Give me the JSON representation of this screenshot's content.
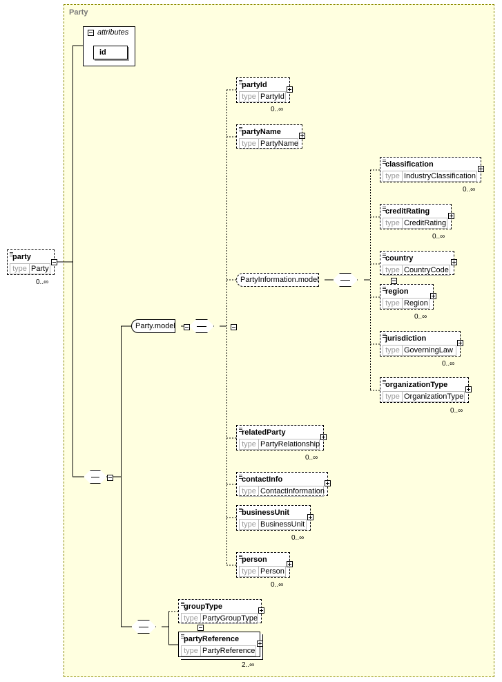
{
  "diagram": {
    "region_title": "Party",
    "attributes_label": "attributes",
    "attribute_id": "id",
    "type_key": "type",
    "root": {
      "name": "party",
      "type": "Party",
      "occurs": "0..∞"
    },
    "party_model": "Party.model",
    "party_information_model": "PartyInformation.model",
    "elements": {
      "partyId": {
        "name": "partyId",
        "type": "PartyId",
        "occurs": "0..∞"
      },
      "partyName": {
        "name": "partyName",
        "type": "PartyName",
        "occurs": ""
      },
      "classification": {
        "name": "classification",
        "type": "IndustryClassification",
        "occurs": "0..∞"
      },
      "creditRating": {
        "name": "creditRating",
        "type": "CreditRating",
        "occurs": "0..∞"
      },
      "country": {
        "name": "country",
        "type": "CountryCode",
        "occurs": ""
      },
      "region": {
        "name": "region",
        "type": "Region",
        "occurs": "0..∞"
      },
      "jurisdiction": {
        "name": "jurisdiction",
        "type": "GoverningLaw",
        "occurs": "0..∞"
      },
      "organizationType": {
        "name": "organizationType",
        "type": "OrganizationType",
        "occurs": "0..∞"
      },
      "relatedParty": {
        "name": "relatedParty",
        "type": "PartyRelationship",
        "occurs": "0..∞"
      },
      "contactInfo": {
        "name": "contactInfo",
        "type": "ContactInformation",
        "occurs": ""
      },
      "businessUnit": {
        "name": "businessUnit",
        "type": "BusinessUnit",
        "occurs": "0..∞"
      },
      "person": {
        "name": "person",
        "type": "Person",
        "occurs": "0..∞"
      },
      "groupType": {
        "name": "groupType",
        "type": "PartyGroupType",
        "occurs": ""
      },
      "partyReference": {
        "name": "partyReference",
        "type": "PartyReference",
        "occurs": "2..∞"
      }
    },
    "colors": {
      "region_fill": "#ffffe0",
      "region_border": "#8b8b00"
    }
  }
}
